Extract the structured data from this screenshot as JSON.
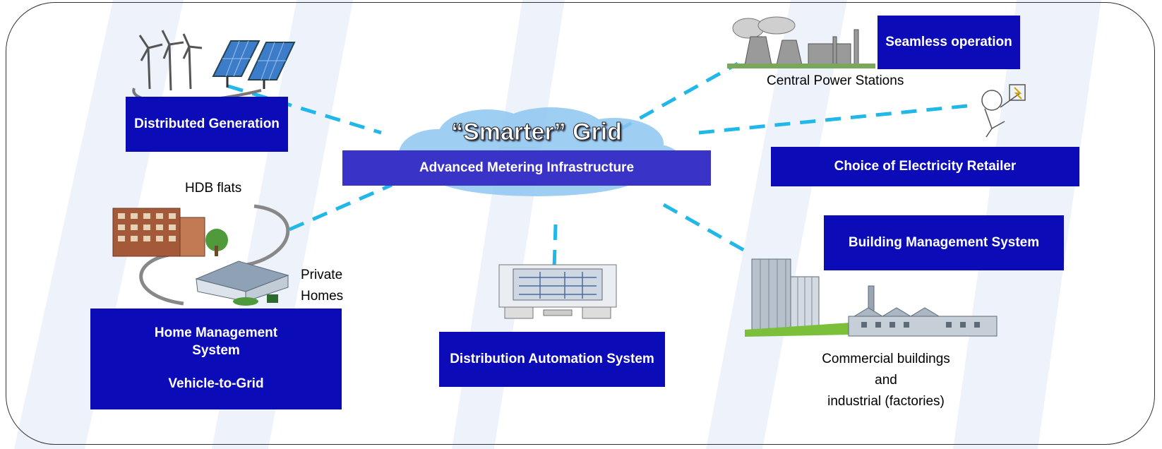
{
  "title": "“Smarter” Grid",
  "hub": "Advanced Metering Infrastructure",
  "boxes": {
    "distributed_generation": "Distributed Generation",
    "seamless_operation": "Seamless operation",
    "choice_of_retailer": "Choice of Electricity Retailer",
    "building_management": "Building Management System",
    "home_management": "Home Management System",
    "vehicle_to_grid": "Vehicle-to-Grid",
    "distribution_automation": "Distribution Automation System"
  },
  "labels": {
    "central_power": "Central Power Stations",
    "hdb_flats": "HDB flats",
    "private_homes_1": "Private",
    "private_homes_2": "Homes",
    "commercial_1": "Commercial buildings",
    "commercial_2": "and",
    "commercial_3": "industrial (factories)"
  },
  "colors": {
    "box_fill": "#0b0bb8",
    "hub_fill": "#3a33c8",
    "dash": "#1fb8e8",
    "cloud": "#8fc6f2",
    "frame": "#333333"
  },
  "icons": [
    "wind-turbine-icon",
    "solar-panel-icon",
    "power-station-icon",
    "cartoon-person-icon",
    "apartment-building-icon",
    "house-icon",
    "control-console-icon",
    "office-tower-icon",
    "factory-icon"
  ]
}
